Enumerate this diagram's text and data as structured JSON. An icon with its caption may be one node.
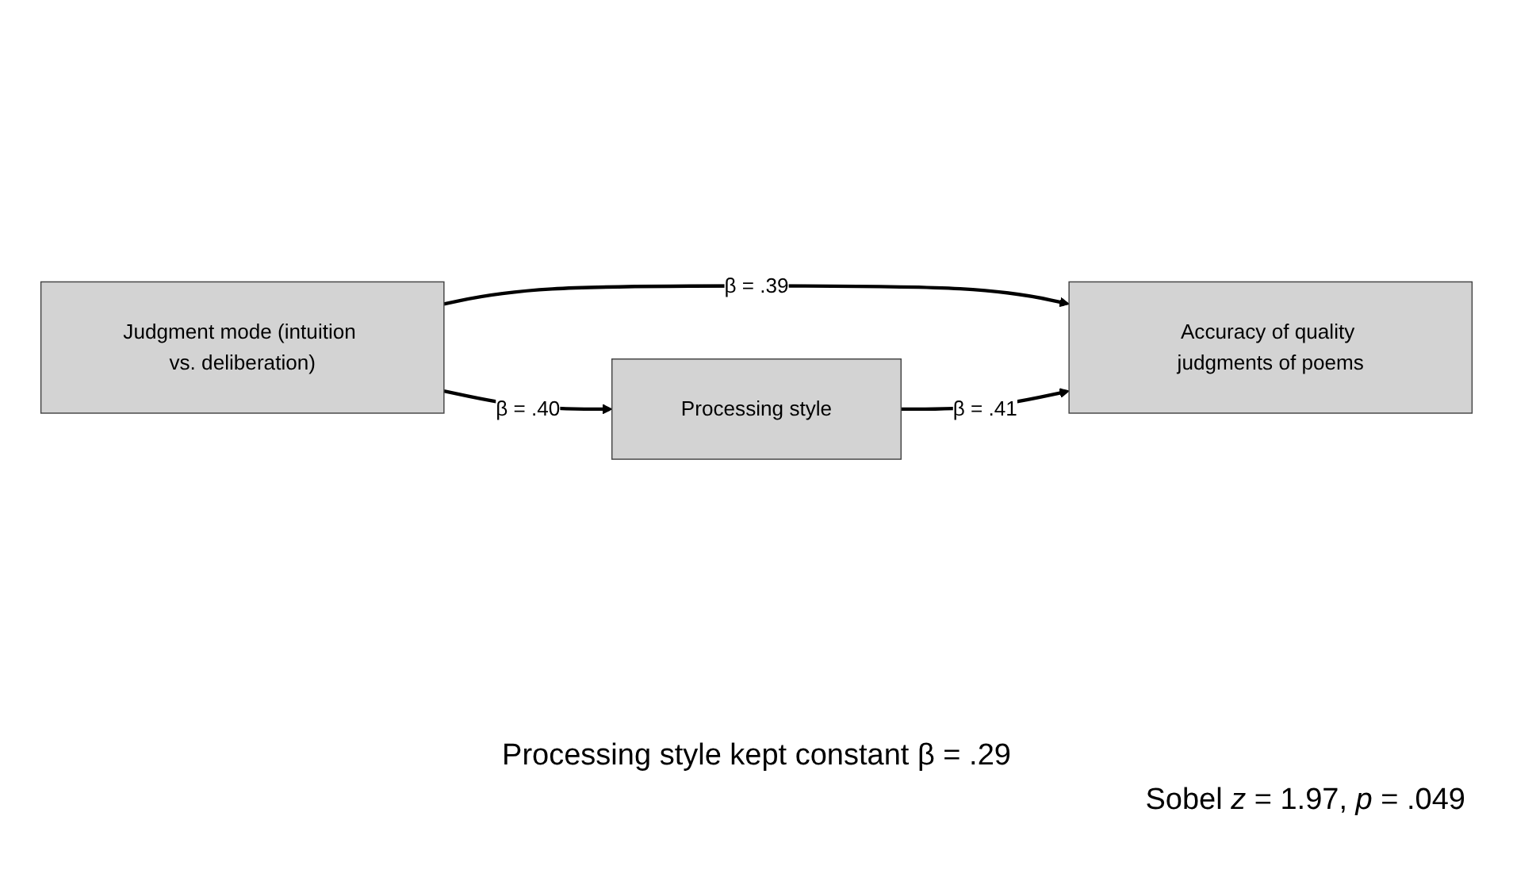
{
  "diagram": {
    "nodes": [
      {
        "text": [
          "Judgment mode (intuition vs. deliberation)"
        ]
      },
      {
        "text": [
          "Accuracy of quality judgments of poems"
        ]
      },
      {
        "text": [
          "Processing style"
        ]
      }
    ],
    "edges": [
      {
        "from": 0,
        "to": 1,
        "arrow": "to",
        "label": "β = .39"
      },
      {
        "from": 0,
        "to": 2,
        "arrow": "to",
        "label": "β = .40"
      },
      {
        "from": 2,
        "to": 1,
        "arrow": "to",
        "label": "β = .41"
      }
    ],
    "labels": [
      "Processing style kept constant β = .29",
      "Sobel *z* = 1.97, *p* = .049"
    ]
  }
}
